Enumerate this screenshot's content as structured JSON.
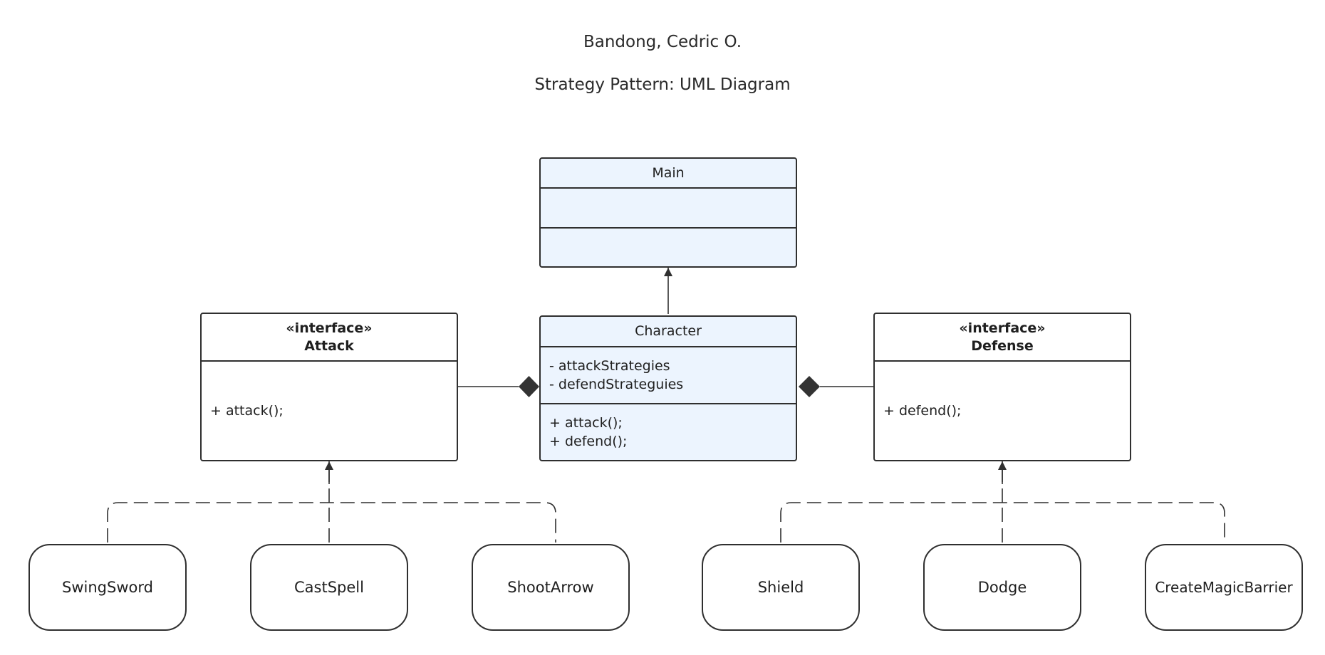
{
  "header": {
    "author": "Bandong, Cedric O.",
    "subtitle": "Strategy Pattern: UML Diagram"
  },
  "classes": {
    "main": {
      "name": "Main",
      "attributes": [],
      "methods": []
    },
    "character": {
      "name": "Character",
      "attributes": [
        "- attackStrategies",
        "- defendStrateguies"
      ],
      "methods": [
        "+ attack();",
        "+ defend();"
      ]
    },
    "attack": {
      "stereotype": "«interface»",
      "name": "Attack",
      "methods": [
        "+ attack();"
      ]
    },
    "defense": {
      "stereotype": "«interface»",
      "name": "Defense",
      "methods": [
        "+ defend();"
      ]
    }
  },
  "attack_implementations": [
    "SwingSword",
    "CastSpell",
    "ShootArrow"
  ],
  "defense_implementations": [
    "Shield",
    "Dodge",
    "CreateMagicBarrier"
  ],
  "colors": {
    "stroke": "#2f2f2f",
    "highlight_fill": "#ecf4fe",
    "plain_fill": "#ffffff"
  }
}
